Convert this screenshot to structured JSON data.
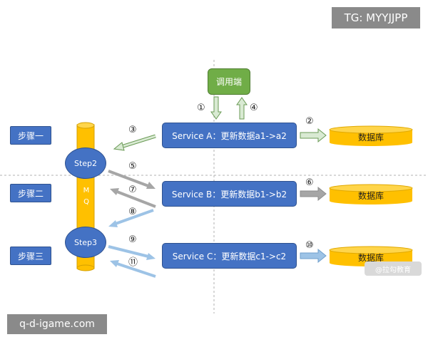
{
  "tags": {
    "top": "TG: MYYJJPP",
    "bottom": "q-d-igame.com",
    "watermark": "@拉勾教育"
  },
  "caller": "调用端",
  "steps": [
    "步骤一",
    "步骤二",
    "步骤三"
  ],
  "mq": {
    "label": [
      "M",
      "Q"
    ],
    "step_nodes": [
      "Step2",
      "Step3"
    ]
  },
  "services": [
    "Service A：更新数据a1->a2",
    "Service B：更新数据b1->b2",
    "Service C：更新数据c1->c2"
  ],
  "databases": [
    "数据库",
    "数据库",
    "数据库"
  ],
  "numbers": [
    "①",
    "②",
    "③",
    "④",
    "⑤",
    "⑥",
    "⑦",
    "⑧",
    "⑨",
    "⑩",
    "⑪"
  ],
  "colors": {
    "blue": "#4472c4",
    "green": "#70ad47",
    "mq_yellow": "#ffc000",
    "arrow_green": "#d9ead3",
    "arrow_gray": "#a6a6a6",
    "arrow_lightblue": "#9dc3e6"
  }
}
